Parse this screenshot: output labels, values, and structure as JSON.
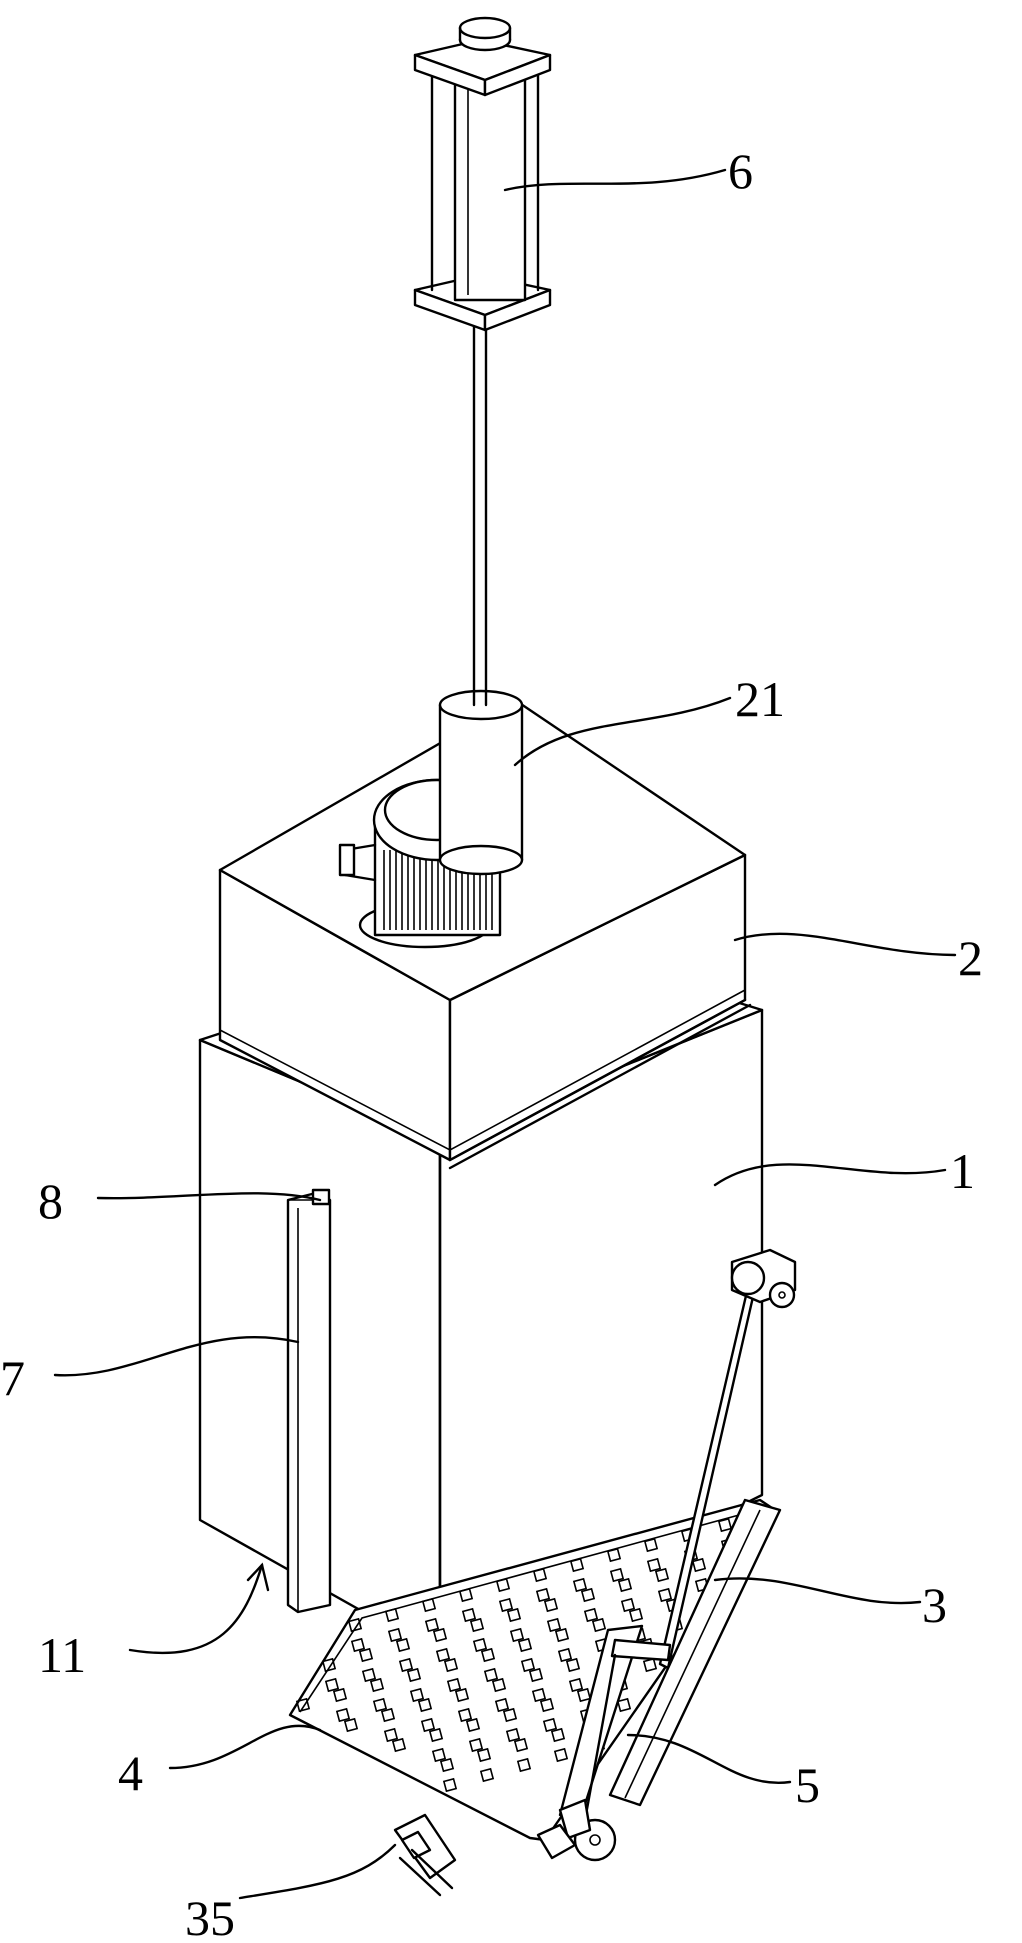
{
  "labels": {
    "l6": "6",
    "l21": "21",
    "l2": "2",
    "l1": "1",
    "l8": "8",
    "l7": "7",
    "l11": "11",
    "l3": "3",
    "l4": "4",
    "l5": "5",
    "l35": "35"
  }
}
